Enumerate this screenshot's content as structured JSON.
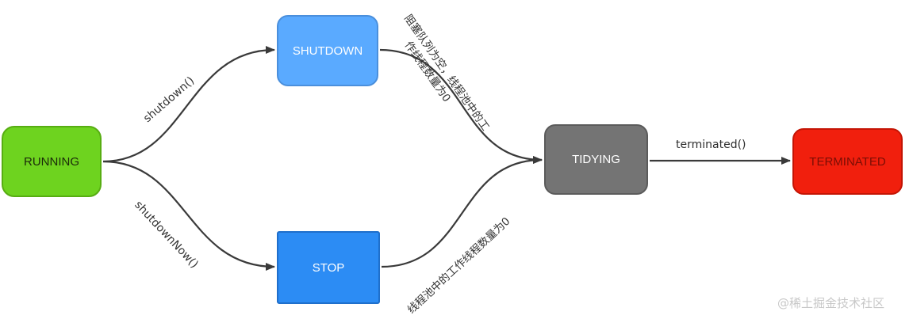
{
  "states": {
    "running": "RUNNING",
    "shutdown": "SHUTDOWN",
    "stop": "STOP",
    "tidying": "TIDYING",
    "terminated": "TERMINATED"
  },
  "transitions": {
    "running_to_shutdown": "shutdown()",
    "running_to_stop": "shutdownNow()",
    "shutdown_to_tidying_line1": "阻塞队列为空，线程池中的工",
    "shutdown_to_tidying_line2": "作线程数量为0",
    "stop_to_tidying": "线程池中的工作线程数量为0",
    "tidying_to_terminated": "terminated()"
  },
  "colors": {
    "running": "#6ed31f",
    "shutdown": "#5aaaff",
    "stop": "#2c8cf4",
    "tidying": "#747474",
    "terminated": "#f11f0d",
    "edge": "#3a3a3a"
  },
  "watermark": "@稀土掘金技术社区"
}
